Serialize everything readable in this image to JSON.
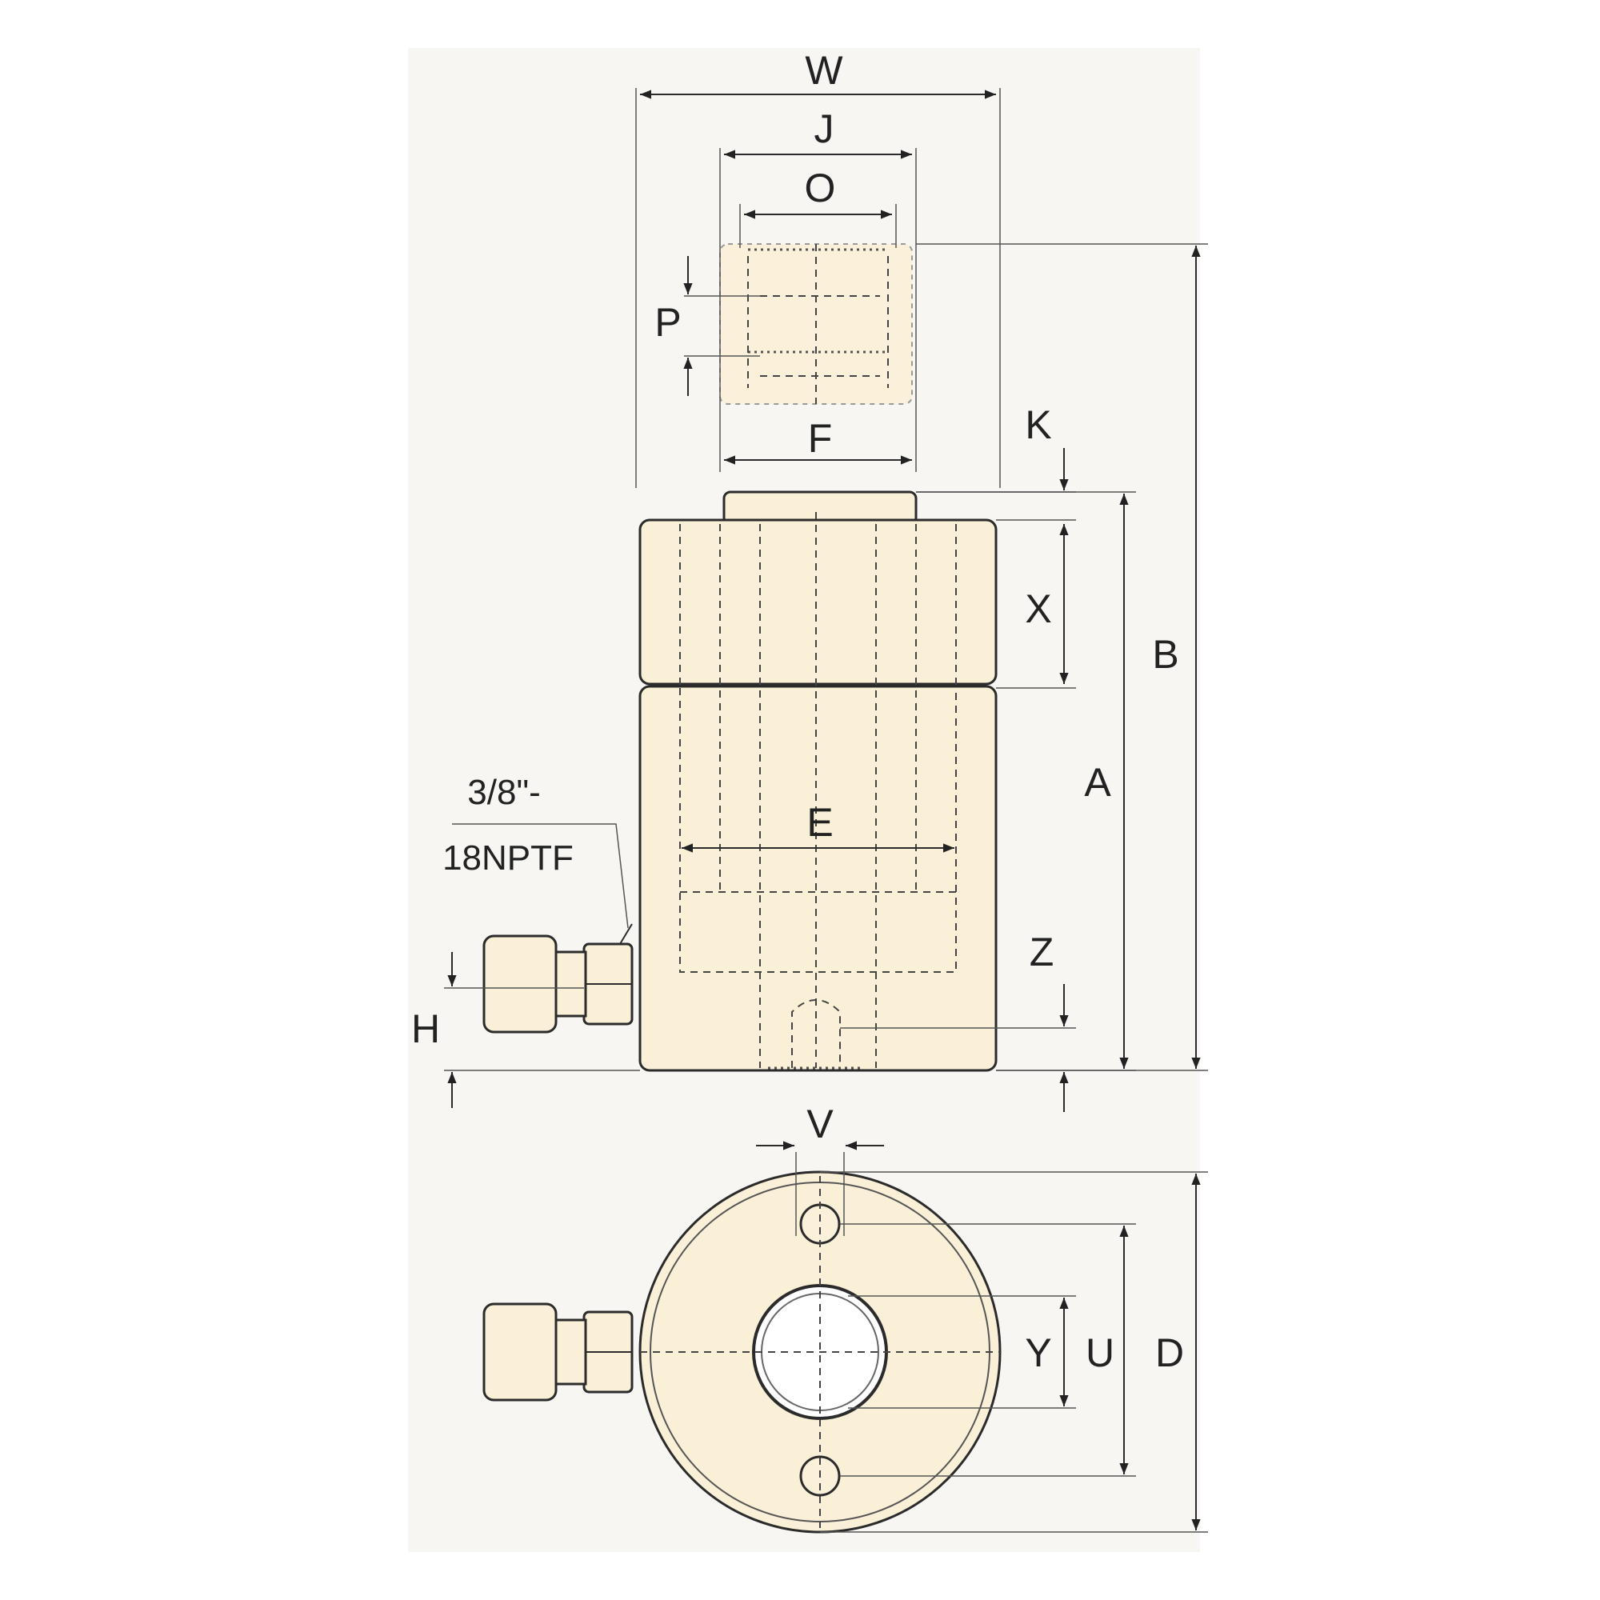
{
  "diagram": {
    "colors": {
      "body_fill": "#faf0d8",
      "background_panel": "#f7f6f3",
      "line": "#2b2b2b"
    },
    "dimension_labels": {
      "W": "W",
      "J": "J",
      "O": "O",
      "P": "P",
      "F": "F",
      "K": "K",
      "X": "X",
      "B": "B",
      "A": "A",
      "E": "E",
      "Z": "Z",
      "H": "H",
      "V": "V",
      "Y": "Y",
      "U": "U",
      "D": "D"
    },
    "port_note": {
      "line1": "3/8\"-",
      "line2": "18NPTF"
    }
  }
}
